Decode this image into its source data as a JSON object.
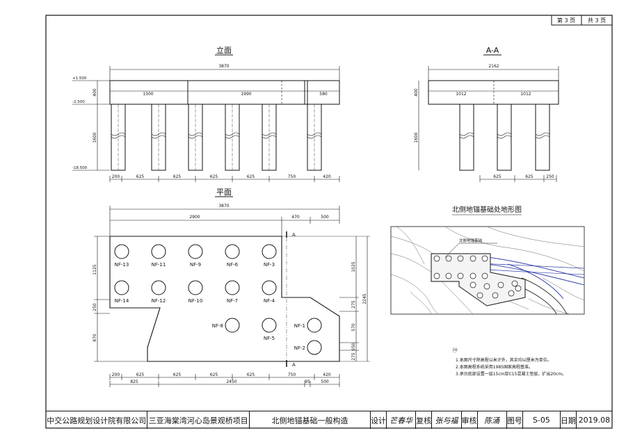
{
  "page": {
    "sheet_label": "第 3 页",
    "total_label": "共 3 页"
  },
  "elevation": {
    "title": "立面",
    "total": "3870",
    "segments": [
      "1300",
      "1990",
      "580"
    ],
    "height_top": "400",
    "height_pile": "1600",
    "levels": [
      "+1.500",
      "-2.500",
      "-18.500"
    ],
    "bottom_dims": [
      "200",
      "625",
      "625",
      "625",
      "625",
      "750",
      "420"
    ]
  },
  "section": {
    "title": "A-A",
    "total": "2162",
    "segments": [
      "1012",
      "1012"
    ],
    "height_top": "400",
    "height_pile": "1600",
    "bottom_dims": [
      "625",
      "625",
      "250"
    ]
  },
  "plan": {
    "title": "平面",
    "total": "3870",
    "top_dims": [
      "2900",
      "470",
      "500"
    ],
    "left_dims": [
      "1125",
      "250",
      "870"
    ],
    "right_dims": [
      "1025",
      "275",
      "570",
      "650",
      "275"
    ],
    "right_total": "2245",
    "bottom_dims1": [
      "200",
      "625",
      "625",
      "625",
      "625",
      "750",
      "420"
    ],
    "bottom_dims2": [
      "825",
      "2450",
      "95",
      "500"
    ],
    "section_mark": "A",
    "piles": [
      "NF-1",
      "NF-2",
      "NF-3",
      "NF-4",
      "NF-5",
      "NF-6",
      "NF-7",
      "NF-8",
      "NF-9",
      "NF-10",
      "NF-11",
      "NF-12",
      "NF-13",
      "NF-14"
    ]
  },
  "site": {
    "title": "北侧地锚基础处地形图",
    "label": "北侧地锚基础"
  },
  "notes": {
    "heading": "注:",
    "lines": [
      "1.本图尺寸除高程以米计外，其余均以厘米为单位。",
      "2.本图高程系统采用1985国家高程基准。",
      "3.承台底部设置一层15cm厚C15混凝土垫层，扩出20cm。"
    ]
  },
  "titleblock": {
    "company": "中交公路规划设计院有限公司",
    "project": "三亚海棠湾河心岛景观桥项目",
    "drawing": "北侧地锚基础一般构造",
    "design_label": "设计",
    "design_sig": "芒春华",
    "review_label": "复核",
    "review_sig": "张与福",
    "audit_label": "审核",
    "audit_sig": "陈涌",
    "drawno_label": "图号",
    "drawno": "S-05",
    "date_label": "日期",
    "date": "2019.08"
  }
}
